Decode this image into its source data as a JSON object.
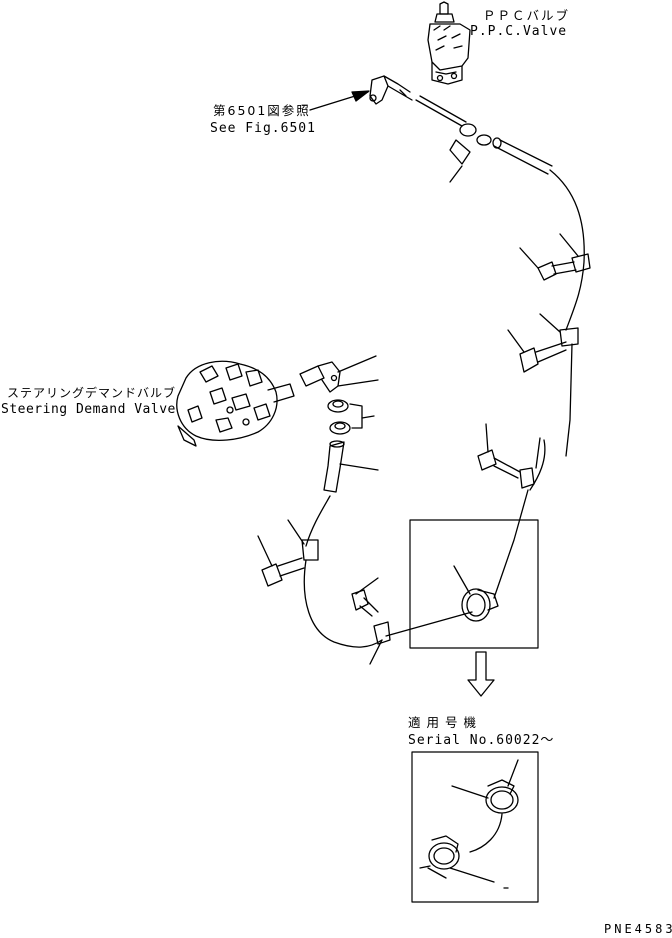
{
  "labels": {
    "ppc_valve_jp": "ＰＰＣバルブ",
    "ppc_valve_en": "P.P.C.Valve",
    "see_fig_jp": "第6501図参照",
    "see_fig_en": "See Fig.6501",
    "steering_jp": "ステアリングデマンドバルブ",
    "steering_en": "Steering Demand Valve",
    "serial_jp": "適用号機",
    "serial_en": "Serial No.60022～",
    "page_code": "PNE4583"
  }
}
